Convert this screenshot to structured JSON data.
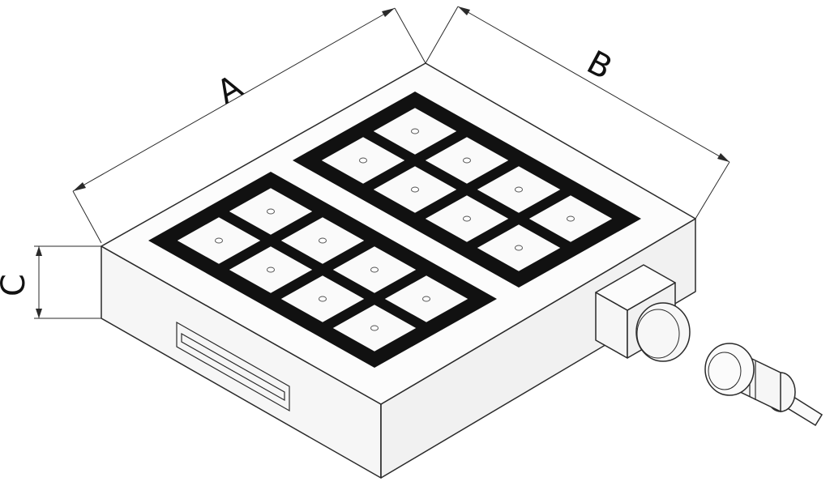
{
  "diagram": {
    "dimensions": [
      {
        "id": "A",
        "label": "A"
      },
      {
        "id": "B",
        "label": "B"
      },
      {
        "id": "C",
        "label": "C"
      }
    ],
    "magnet_pads": [
      {
        "id": "left-pad",
        "cells": 8
      },
      {
        "id": "right-pad",
        "cells": 8
      }
    ]
  }
}
